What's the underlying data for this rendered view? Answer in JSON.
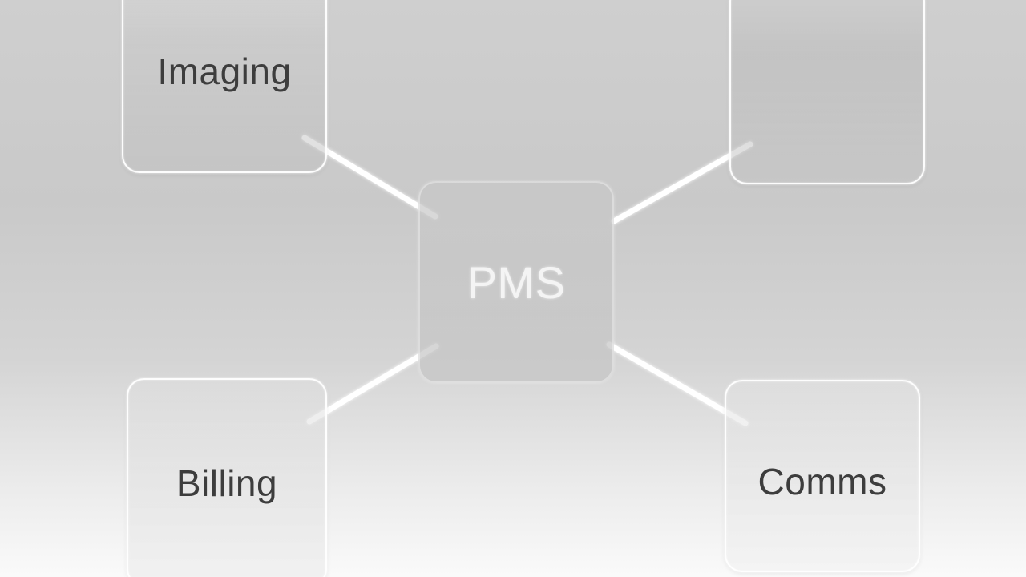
{
  "diagram": {
    "center": {
      "label": "PMS"
    },
    "satellites": [
      {
        "id": "imaging",
        "label": "Imaging"
      },
      {
        "id": "unlabeled",
        "label": ""
      },
      {
        "id": "billing",
        "label": "Billing"
      },
      {
        "id": "comms",
        "label": "Comms"
      }
    ]
  },
  "colors": {
    "background_top": "#cfcfcf",
    "background_bottom": "#fafafa",
    "connector": "#ffffff",
    "label_text": "#3d3d3d",
    "center_label_text": "#f4f4f4",
    "node_border": "#ffffff"
  }
}
